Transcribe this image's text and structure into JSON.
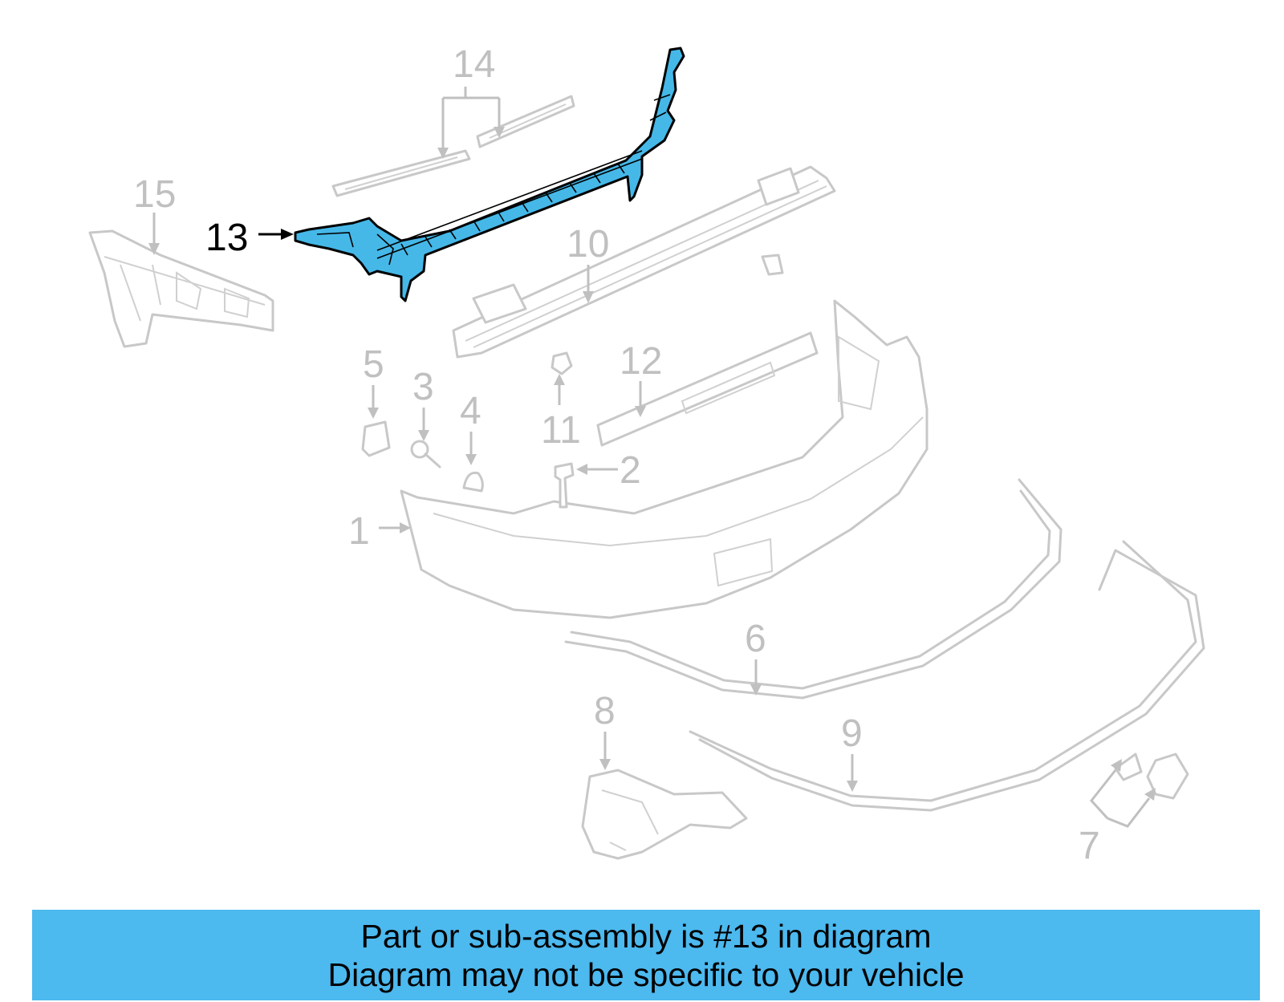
{
  "diagram": {
    "highlighted_callout": "13",
    "highlight_color": "#45b8e8",
    "callouts": {
      "c1": "1",
      "c2": "2",
      "c3": "3",
      "c4": "4",
      "c5": "5",
      "c6": "6",
      "c7": "7",
      "c8": "8",
      "c9": "9",
      "c10": "10",
      "c11": "11",
      "c12": "12",
      "c13": "13",
      "c14": "14",
      "c15": "15"
    }
  },
  "banner": {
    "line1": "Part or sub-assembly is #13 in diagram",
    "line2": "Diagram may not be specific to your vehicle",
    "color": "#4cb9ef"
  }
}
